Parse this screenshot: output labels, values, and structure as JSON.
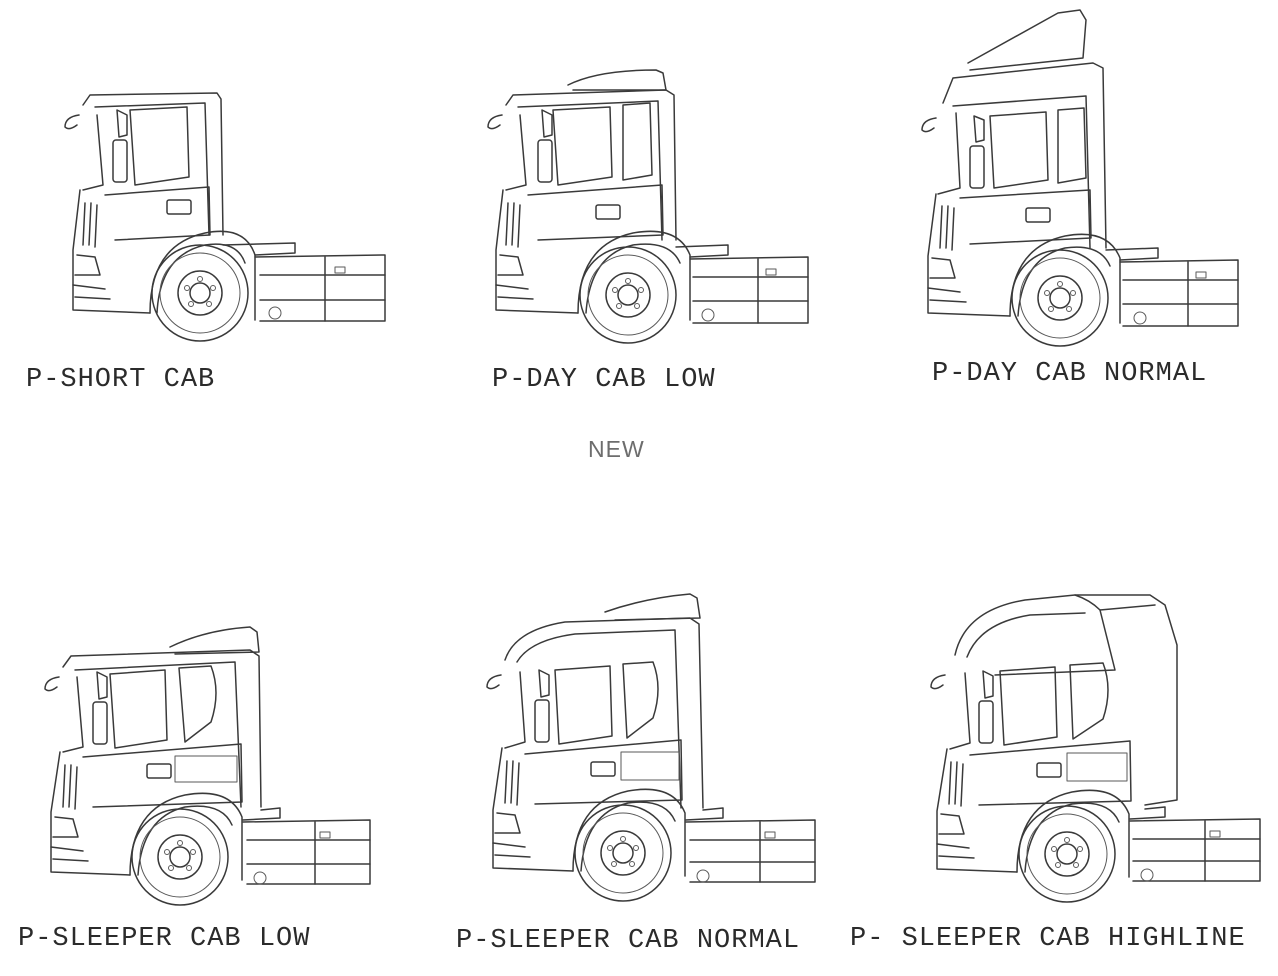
{
  "cabs": [
    {
      "label": "P-SHORT CAB",
      "roof": "short"
    },
    {
      "label": "P-DAY CAB LOW",
      "roof": "day-low"
    },
    {
      "label": "P-DAY CAB NORMAL",
      "roof": "day-normal"
    },
    {
      "label": "P-SLEEPER CAB LOW",
      "roof": "sleeper-low"
    },
    {
      "label": "P-SLEEPER CAB NORMAL",
      "roof": "sleeper-normal"
    },
    {
      "label": "P- SLEEPER CAB HIGHLINE",
      "roof": "sleeper-highline"
    }
  ],
  "new_tag": "NEW",
  "colors": {
    "line": "#3a3a3a",
    "label": "#2b2b2b",
    "new_tag": "#6d6d6d"
  }
}
